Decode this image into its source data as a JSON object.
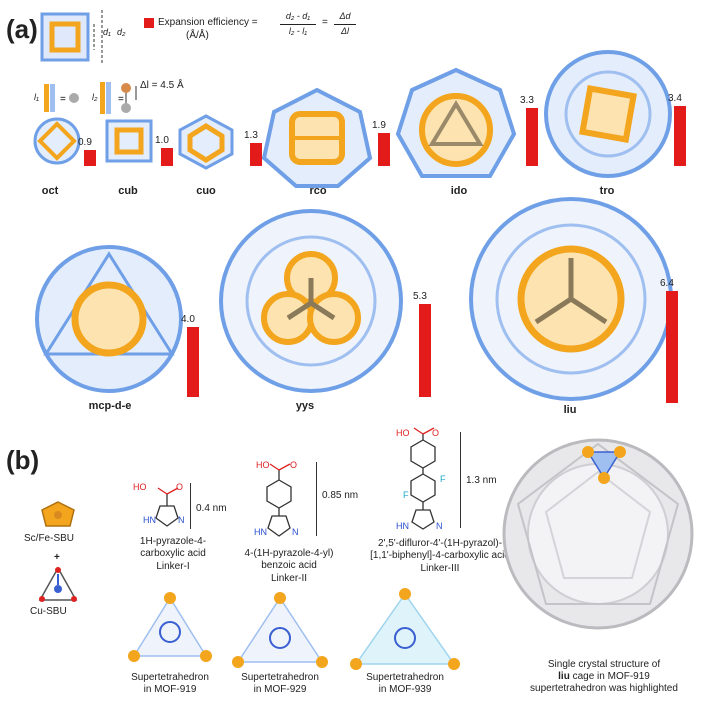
{
  "panel_a": {
    "label": "(a)",
    "legend": {
      "text": "Expansion efficiency =",
      "unit": "(Å/Å)",
      "num1": "d₂ - d₁",
      "den1": "l₂ - l₁",
      "num2": "Δd",
      "den2": "Δl",
      "d1": "d₁",
      "d2": "d₂",
      "l1": "l₁",
      "l2": "l₂",
      "delta_l": "Δl = 4.5 Å",
      "eq": "="
    },
    "colors": {
      "bar": "#e31b1b",
      "cage_blue": "#6f9fe6",
      "cage_orange": "#f2a51d"
    }
  },
  "chart_data": {
    "type": "bar",
    "categories": [
      "oct",
      "cub",
      "cuo",
      "rco",
      "ido",
      "tro",
      "mcp-d-e",
      "yys",
      "liu"
    ],
    "values": [
      0.9,
      1.0,
      1.3,
      1.9,
      3.3,
      3.4,
      4.0,
      5.3,
      6.4
    ],
    "value_labels": [
      "0.9",
      "1.0",
      "1.3",
      "1.9",
      "3.3",
      "3.4",
      "4.0",
      "5.3",
      "6.4"
    ]
  },
  "panel_b": {
    "label": "(b)",
    "sbu1": "Sc/Fe-SBU",
    "plus": "+",
    "sbu2": "Cu-SBU",
    "linkers": [
      {
        "name_line1": "1H-pyrazole-4-",
        "name_line2": "carboxylic acid",
        "name_line3": "",
        "tag": "Linker-I",
        "length": "0.4 nm",
        "super1": "Supertetrahedron",
        "super2": "in MOF-919"
      },
      {
        "name_line1": "4-(1H-pyrazole-4-yl)",
        "name_line2": "benzoic acid",
        "name_line3": "",
        "tag": "Linker-II",
        "length": "0.85 nm",
        "super1": "Supertetrahedron",
        "super2": "in MOF-929"
      },
      {
        "name_line1": "2',5'-difluror-4'-(1H-pyrazol)-",
        "name_line2": "[1,1'-biphenyl]-4-carboxylic acid",
        "name_line3": "",
        "tag": "Linker-III",
        "length": "1.3 nm",
        "super1": "Supertetrahedron",
        "super2": "in MOF-939"
      }
    ],
    "atoms": {
      "ho": "HO",
      "o": "O",
      "nh": "HN",
      "n": "N",
      "f": "F"
    },
    "crystal_caption": {
      "line1": "Single crystal structure of",
      "bold": "liu",
      "line2_rest": " cage in MOF-919",
      "line3": "supertetrahedron was highlighted"
    }
  }
}
